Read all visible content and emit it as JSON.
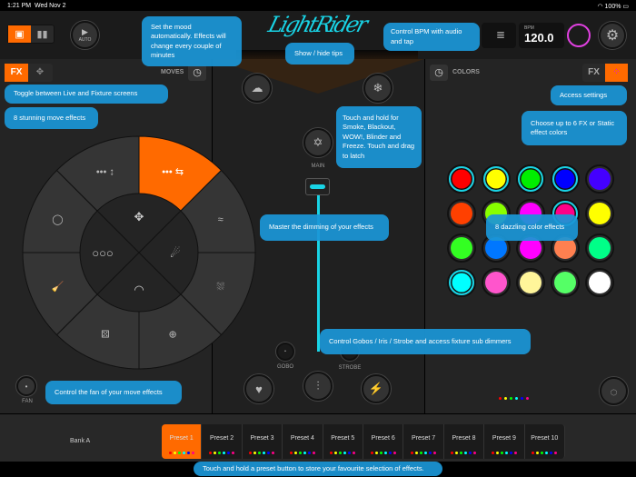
{
  "status_bar": {
    "time": "1:21 PM",
    "date": "Wed Nov 2",
    "battery": "100%"
  },
  "header": {
    "logo": "LightRider",
    "auto_label": "AUTO",
    "bpm_label": "BPM",
    "bpm_value": "120.0",
    "live_icon": "live-screen-icon",
    "fixture_icon": "fixture-bars-icon"
  },
  "moves": {
    "title": "MOVES",
    "fx_label": "FX",
    "fan_label": "FAN",
    "outer_icons": [
      "••• ⇆",
      "≈",
      "⛆",
      "⊕",
      "⚄",
      "🧹",
      "◯",
      "••• ↕"
    ],
    "inner_icons": [
      "✥",
      "☄",
      "◠",
      "○○○"
    ],
    "selected_segment": 0,
    "accent": "#ff6a00"
  },
  "center": {
    "main_label": "MAIN",
    "gobo_label": "GOBO",
    "strobe_label": "STROBE",
    "fader_accent": "#19d4e6"
  },
  "colors": {
    "title": "COLORS",
    "fx_label": "FX",
    "grid": [
      [
        {
          "c": "#ff0000",
          "s": true
        },
        {
          "c": "#ffff00",
          "s": true
        },
        {
          "c": "#00ee00",
          "s": true
        },
        {
          "c": "#0000ff",
          "s": true
        },
        {
          "c": "#4400ff",
          "s": false
        }
      ],
      [
        {
          "c": "#ff4000",
          "s": false
        },
        {
          "c": "#88ff00",
          "s": false
        },
        {
          "c": "#ff00ff",
          "s": false
        },
        {
          "c": "#ff0088",
          "s": true
        },
        {
          "c": "#ffff00",
          "s": false
        }
      ],
      [
        {
          "c": "#33ff22",
          "s": false
        },
        {
          "c": "#0077ff",
          "s": false
        },
        {
          "c": "#ff00ff",
          "s": false
        },
        {
          "c": "#ff8050",
          "s": false
        },
        {
          "c": "#00ff88",
          "s": false
        }
      ],
      [
        {
          "c": "#00ffff",
          "s": true
        },
        {
          "c": "#ff55cc",
          "s": false
        },
        {
          "c": "#fff59a",
          "s": false
        },
        {
          "c": "#55ff66",
          "s": false
        },
        {
          "c": "#ffffff",
          "s": false
        }
      ]
    ]
  },
  "presets": {
    "bank": "Bank A",
    "items": [
      "Preset 1",
      "Preset 2",
      "Preset 3",
      "Preset 4",
      "Preset 5",
      "Preset 6",
      "Preset 7",
      "Preset 8",
      "Preset 9",
      "Preset 10"
    ],
    "active": 0,
    "dot_colors": [
      "#ff0000",
      "#ffff00",
      "#00ff00",
      "#00ffff",
      "#0000ff",
      "#ff0088"
    ]
  },
  "tips": [
    "Set the mood automatically. Effects will change every couple of minutes",
    "Show / hide tips",
    "Control BPM with audio and tap",
    "Access settings",
    "Toggle between Live and Fixture screens",
    "Touch and hold for Smoke, Blackout, WOW!, Blinder and Freeze. Touch and drag to latch",
    "Choose up to 6 FX or Static effect colors",
    "8 stunning move effects",
    "Master the dimming of your effects",
    "8 dazzling color effects",
    "Control the fan of your move effects",
    "Control Gobos / Iris / Strobe and access fixture sub dimmers",
    "Touch and hold a preset button to store your favourite selection of effects."
  ]
}
